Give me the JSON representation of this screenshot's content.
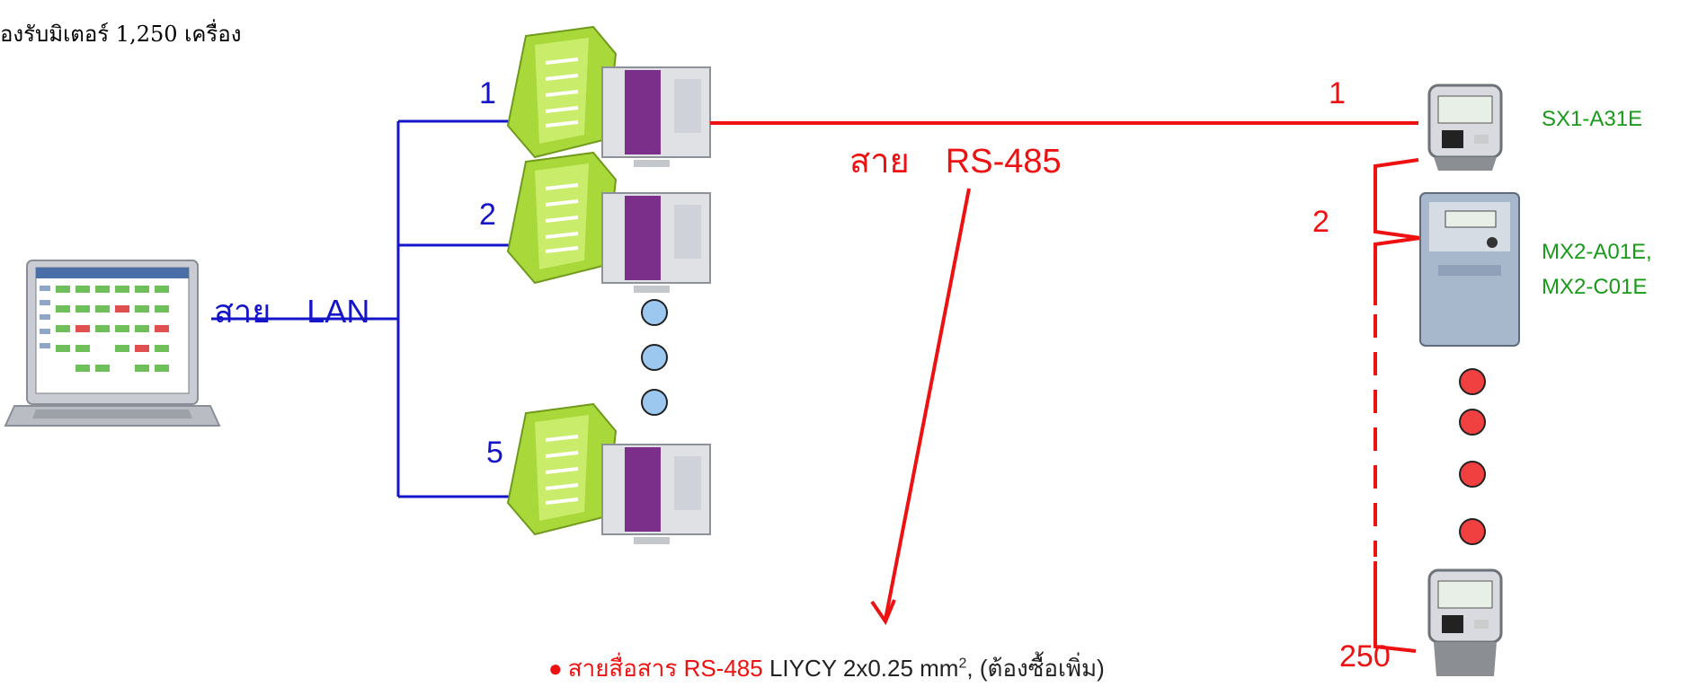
{
  "top_note": "องรับมิเตอร์ 1,250 เครื่อง",
  "lan": {
    "label_prefix": "สาย",
    "label_name": "LAN"
  },
  "rs485": {
    "label_prefix": "สาย",
    "label_name": "RS-485"
  },
  "converters": [
    {
      "index": "1"
    },
    {
      "index": "2"
    },
    {
      "index": "5"
    }
  ],
  "meters": [
    {
      "index": "1",
      "model": "SX1-A31E"
    },
    {
      "index": "2",
      "model_line1": "MX2-A01E,",
      "model_line2": "MX2-C01E"
    },
    {
      "index": "250"
    }
  ],
  "cable_note": {
    "red_text": "สายสื่อสาร RS-485",
    "black_text": "LIYCY 2x0.25 mm",
    "superscript": "2",
    "tail_text": ", (ต้องซื้อเพิ่ม)"
  },
  "colors": {
    "lan_line": "#1414c8",
    "rs485_line": "#ee1111",
    "model_text": "#1a9a1a",
    "ellipsis_blue": "#9cc8f0",
    "ellipsis_red": "#f04040"
  }
}
